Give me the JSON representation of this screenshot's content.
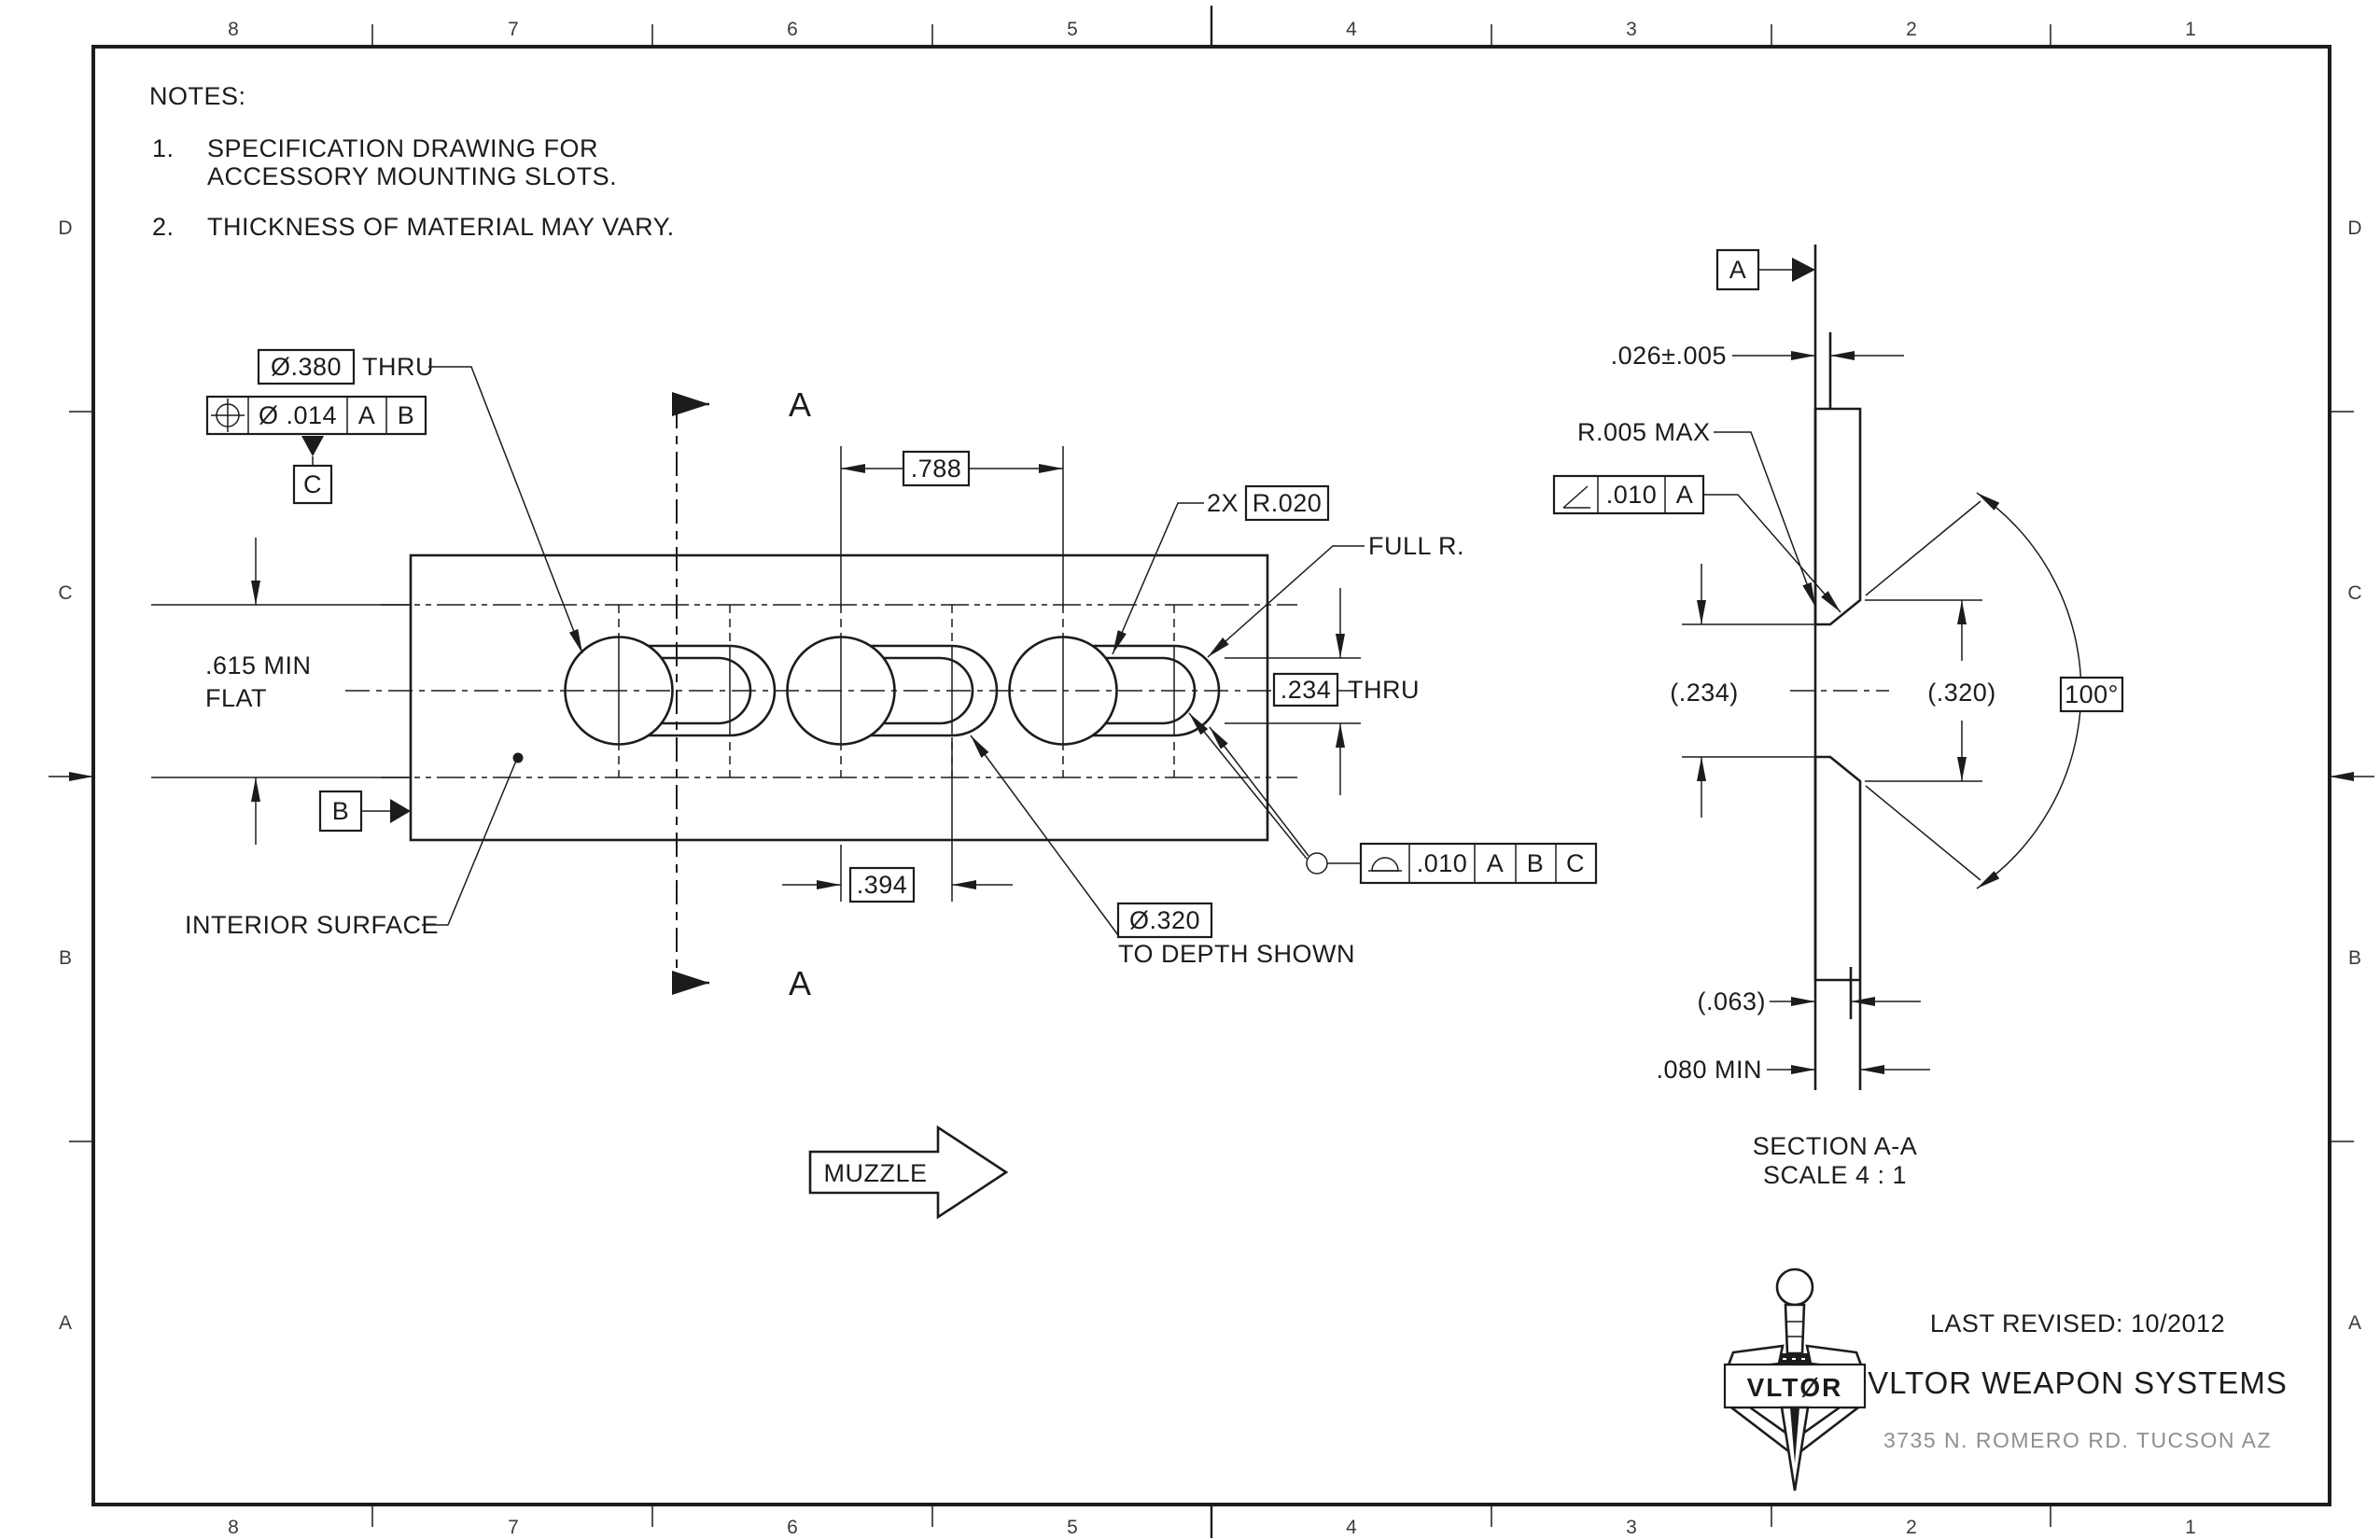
{
  "sheet": {
    "zones_top": [
      "8",
      "7",
      "6",
      "5",
      "4",
      "3",
      "2",
      "1"
    ],
    "zones_bottom": [
      "8",
      "7",
      "6",
      "5",
      "4",
      "3",
      "2",
      "1"
    ],
    "zones_left": [
      "D",
      "C",
      "B",
      "A"
    ],
    "zones_right": [
      "D",
      "C",
      "B",
      "A"
    ]
  },
  "notes": {
    "heading": "NOTES:",
    "item1_num": "1.",
    "item1_line1": "SPECIFICATION DRAWING FOR",
    "item1_line2": "ACCESSORY MOUNTING SLOTS.",
    "item2_num": "2.",
    "item2_line1": "THICKNESS OF MATERIAL MAY VARY."
  },
  "front_view": {
    "dia_hole": "Ø.380",
    "dia_hole_suffix": "THRU",
    "fcf_position": {
      "tolerance": "Ø .014",
      "datum1": "A",
      "datum2": "B",
      "datum_below": "C"
    },
    "dim_spacing": ".788",
    "radius_qty": "2X",
    "radius_value": "R.020",
    "full_r_label": "FULL R.",
    "dim_slot_width": ".234",
    "dim_slot_width_suffix": "THRU",
    "dim_flat_line1": ".615 MIN",
    "dim_flat_line2": "FLAT",
    "datum_b": "B",
    "interior_label": "INTERIOR SURFACE",
    "dim_half_spacing": ".394",
    "counterbore": "Ø.320",
    "counterbore_note": "TO DEPTH SHOWN",
    "fcf_profile": {
      "tolerance": ".010",
      "datum1": "A",
      "datum2": "B",
      "datum3": "C"
    },
    "section_label_top": "A",
    "section_label_bottom": "A",
    "muzzle_label": "MUZZLE"
  },
  "section_view": {
    "datum_a": "A",
    "dim_web": ".026±.005",
    "radius_max": "R.005 MAX",
    "fcf_angularity": {
      "tolerance": ".010",
      "datum1": "A"
    },
    "dim_slot_ref": "(.234)",
    "dim_cbore_ref": "(.320)",
    "angle": "100°",
    "dim_step_ref": "(.063)",
    "dim_thickness": ".080 MIN",
    "caption_line1": "SECTION A-A",
    "caption_line2": "SCALE 4 : 1"
  },
  "title_block": {
    "revised": "LAST REVISED: 10/2012",
    "company": "VLTOR WEAPON SYSTEMS",
    "address": "3735 N. ROMERO RD. TUCSON AZ",
    "logo_text": "VLTØR"
  }
}
